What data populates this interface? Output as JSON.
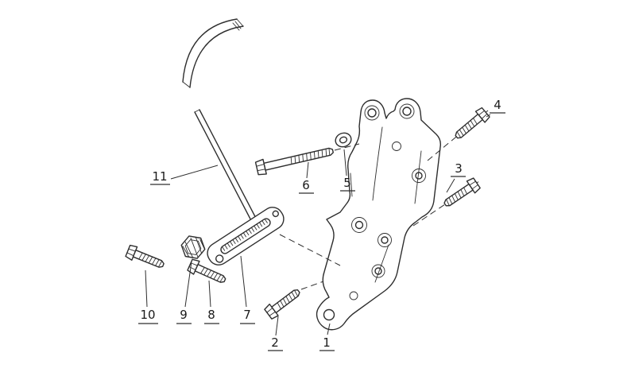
{
  "diagram": {
    "background_color": "#ffffff",
    "line_color": "#2e2e2e",
    "type": "exploded-parts-diagram",
    "callouts": [
      {
        "number": "1"
      },
      {
        "number": "2"
      },
      {
        "number": "3"
      },
      {
        "number": "4"
      },
      {
        "number": "5"
      },
      {
        "number": "6"
      },
      {
        "number": "7"
      },
      {
        "number": "8"
      },
      {
        "number": "9"
      },
      {
        "number": "10"
      },
      {
        "number": "11"
      }
    ]
  }
}
